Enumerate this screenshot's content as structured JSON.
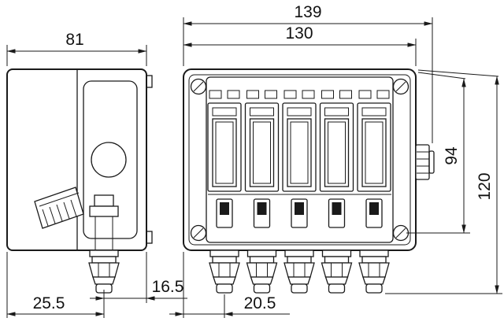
{
  "drawing": {
    "description": "Two-view dimensioned technical drawing of a 5-module enclosure with cable glands",
    "views": [
      {
        "id": "side-view",
        "name": "side view"
      },
      {
        "id": "front-view",
        "name": "front view",
        "module_count": 5,
        "cable_gland_count": 5
      }
    ]
  },
  "dims": {
    "d139": "139",
    "d130": "130",
    "d81": "81",
    "d94": "94",
    "d120": "120",
    "d16_5": "16.5",
    "d25_5": "25.5",
    "d20_5": "20.5"
  },
  "colors": {
    "line": "#1a1a1a",
    "background": "#ffffff",
    "text": "#111111"
  }
}
